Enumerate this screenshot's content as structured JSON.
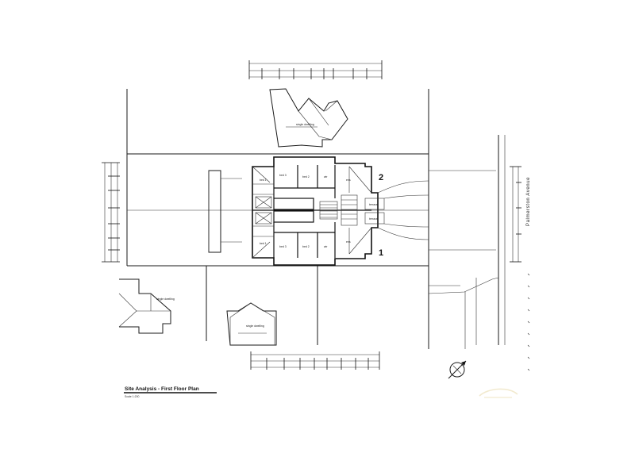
{
  "drawing": {
    "title": "Site Analysis - First Floor Plan",
    "scale_note": "Scale 1:200",
    "street_name": "Palmerston Avenue",
    "units": [
      "1",
      "2"
    ],
    "room_labels": {
      "bed1_top": "bed 1",
      "bed2_top": "bed 2",
      "bed3_top": "bed 3",
      "wir_top": "wir",
      "ens_top": "ens",
      "bed1_bot": "bed 1",
      "bed2_bot": "bed 2",
      "bed3_bot": "bed 3",
      "wir_bot": "wir",
      "ens_bot": "ens",
      "terrace_top": "terrace",
      "terrace_bot": "terrace"
    },
    "neighbour_labels": {
      "north": "single dwelling",
      "southwest": "single dwelling",
      "south": "single dwelling"
    },
    "colors": {
      "ink": "#111111",
      "paper": "#ffffff",
      "watermark": "#e8d9a8"
    }
  }
}
